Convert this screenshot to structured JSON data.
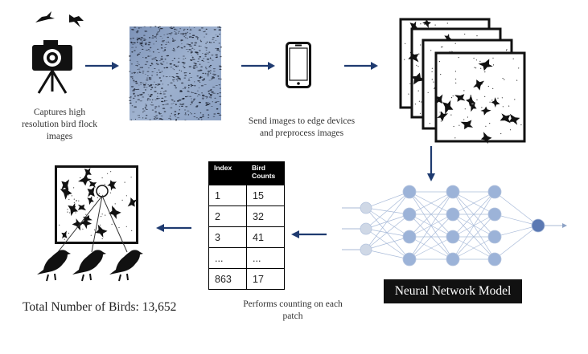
{
  "captions": {
    "capture": "Captures high resolution bird flock images",
    "edge": "Send images to edge devices and preprocess images",
    "counting": "Performs counting on each patch"
  },
  "network_label": "Neural Network Model",
  "total_label": "Total Number of Birds: 13,652",
  "table": {
    "headers": [
      "Index",
      "Bird Counts"
    ],
    "rows": [
      [
        "1",
        "15"
      ],
      [
        "2",
        "32"
      ],
      [
        "3",
        "41"
      ],
      [
        "...",
        "..."
      ],
      [
        "863",
        "17"
      ]
    ]
  },
  "colors": {
    "arrow": "#1f3b70",
    "node_light": "#cfd8e6",
    "node_mid": "#9cb3d8",
    "node_out": "#5b79b3",
    "label_bg": "#111111"
  },
  "icons": [
    "flying-birds-icon",
    "camera-tripod-icon",
    "phone-icon",
    "bird-silhouette-icon"
  ]
}
